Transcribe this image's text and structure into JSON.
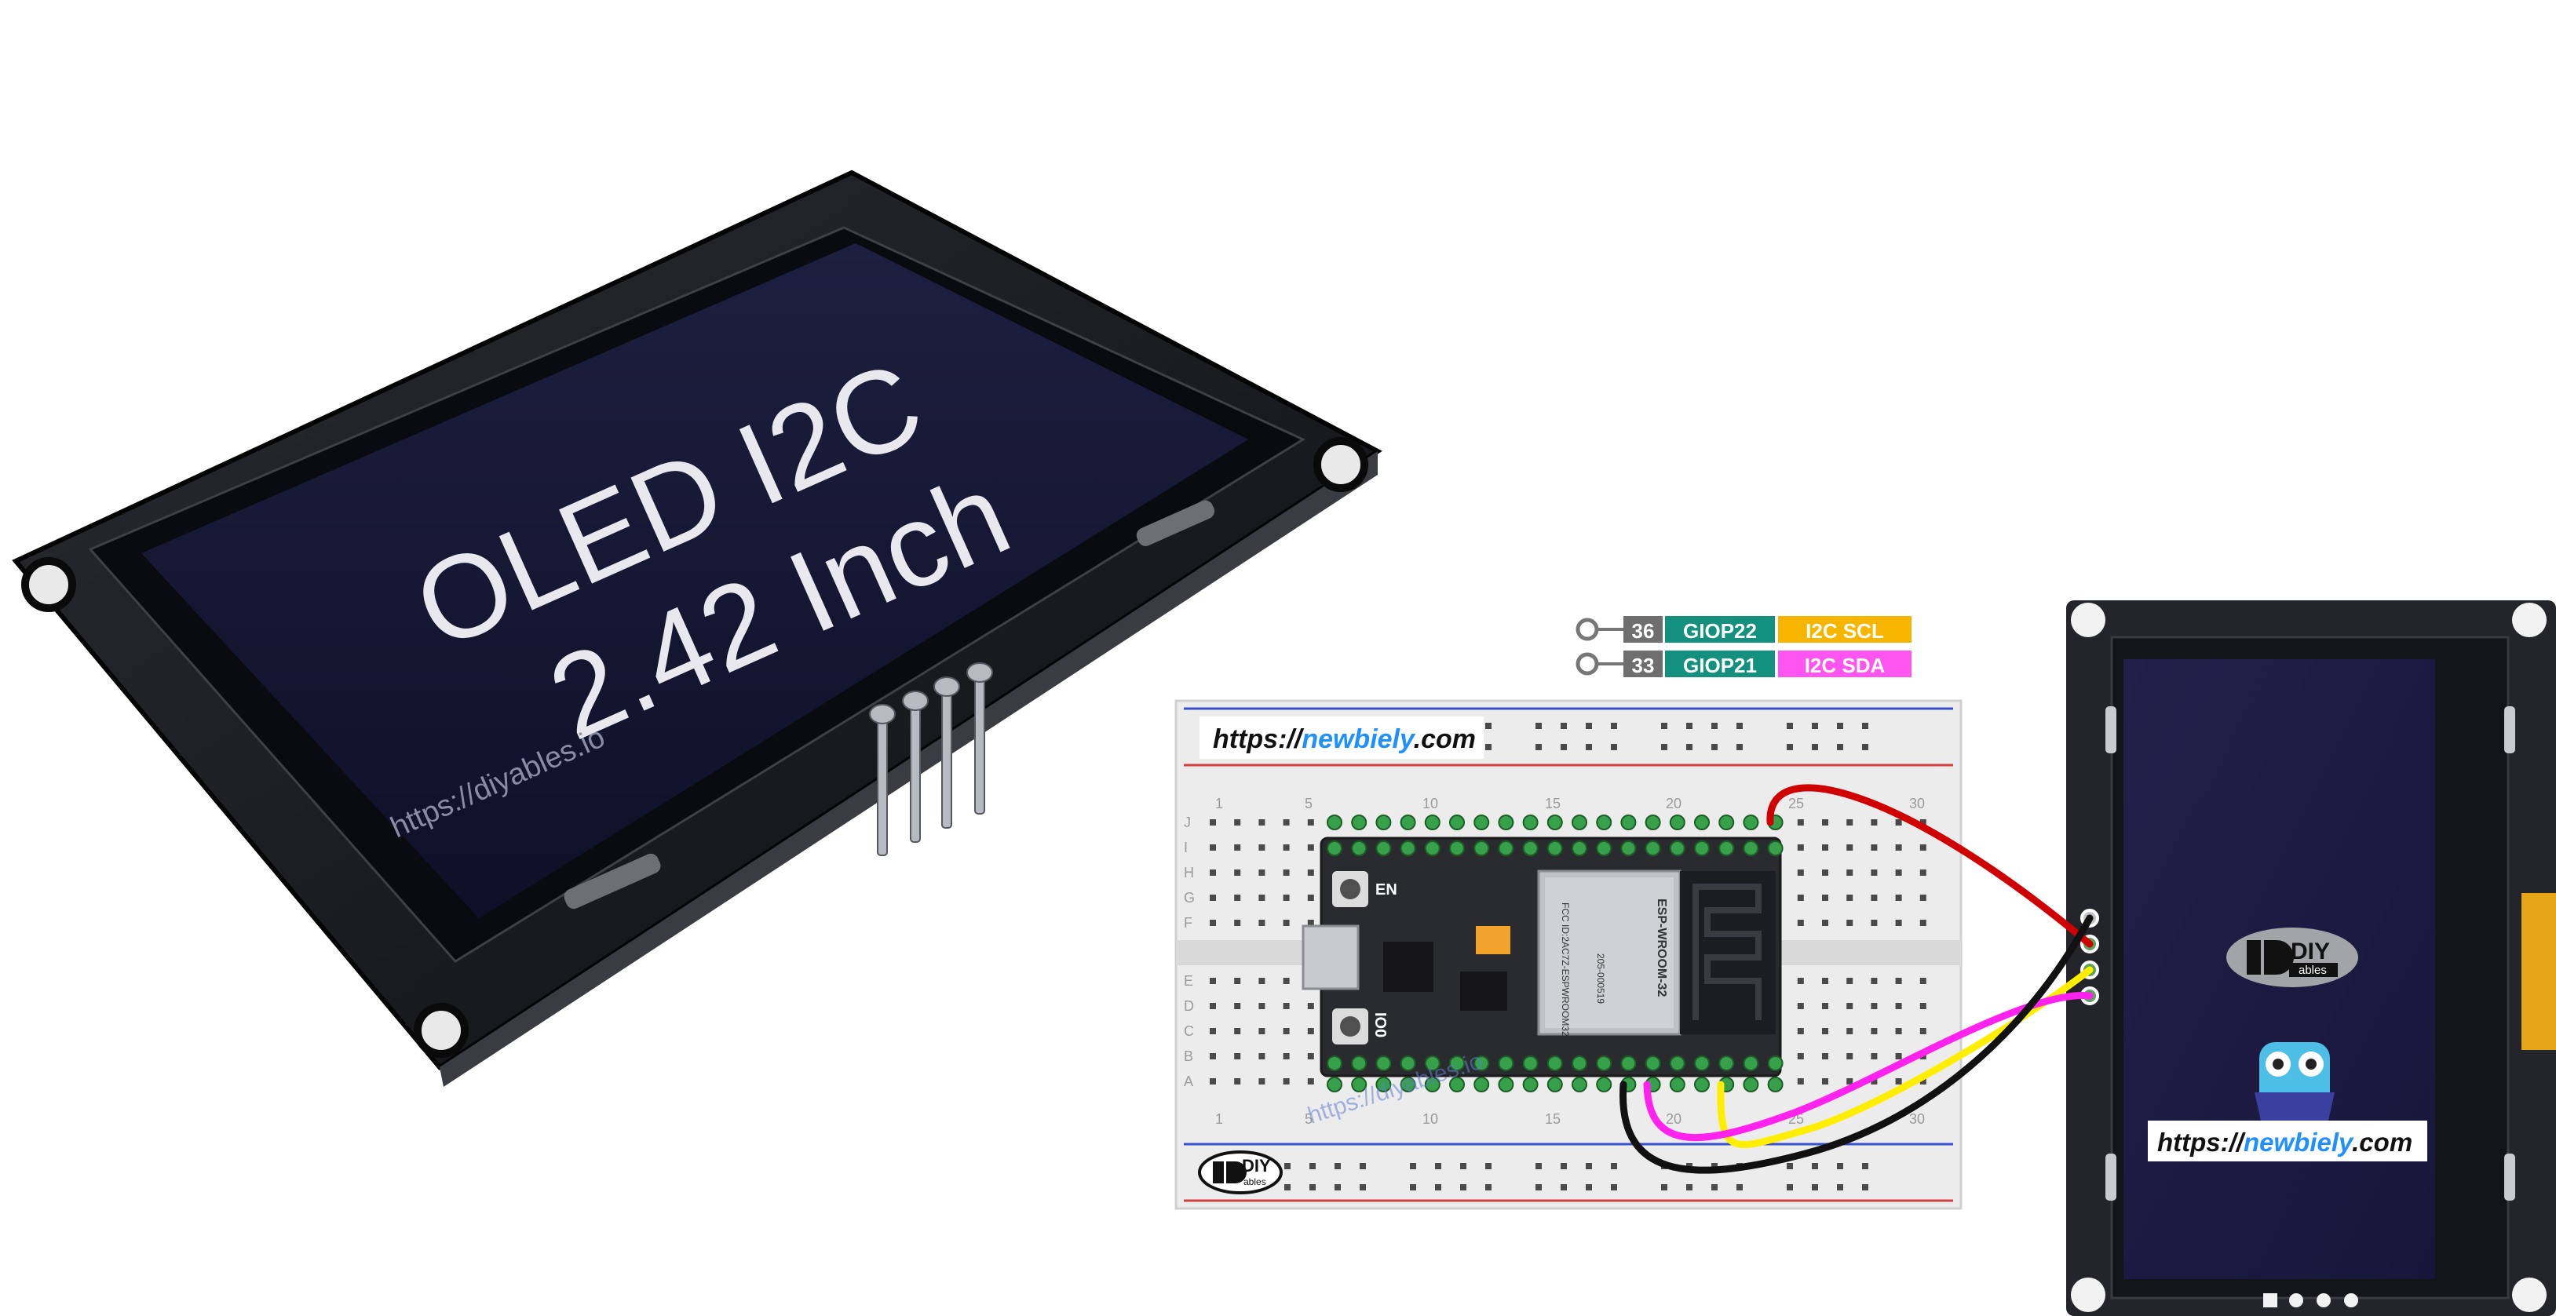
{
  "oled_photo": {
    "line1": "OLED I2C",
    "line2": "2.42 Inch",
    "watermark": "https://diyables.io"
  },
  "pin_labels": [
    {
      "number": "36",
      "gpio": "GIOP22",
      "function": "I2C SCL",
      "function_color": "#f7b500"
    },
    {
      "number": "33",
      "gpio": "GIOP21",
      "function": "I2C SDA",
      "function_color": "#ff55f0"
    }
  ],
  "breadboard": {
    "url_prefix": "https://",
    "url_brand": "newbiely",
    "url_suffix": ".com",
    "column_numbers": [
      "1",
      "5",
      "10",
      "15",
      "20",
      "25",
      "30"
    ],
    "row_letters_top": [
      "J",
      "I",
      "H",
      "G",
      "F"
    ],
    "row_letters_bottom": [
      "E",
      "D",
      "C",
      "B",
      "A"
    ],
    "logo_text": "DIY",
    "logo_subtext": "ables"
  },
  "esp32": {
    "en_label": "EN",
    "io0_label": "IO0",
    "module_name": "ESP-WROOM-32",
    "fcc_text": "FCC ID:2AC7Z-ESPWROOM32",
    "cert_text": "205-000519",
    "watermark": "https://diyables.io"
  },
  "oled_module": {
    "logo_text": "DIY",
    "logo_subtext": "ables",
    "url_prefix": "https://",
    "url_brand": "newbiely",
    "url_suffix": ".com"
  },
  "wires": [
    {
      "name": "vcc",
      "color": "#d00000"
    },
    {
      "name": "scl",
      "color": "#ffee00"
    },
    {
      "name": "sda",
      "color": "#ff22ee"
    },
    {
      "name": "gnd",
      "color": "#111111"
    }
  ],
  "colors": {
    "brand_blue": "#1e90ff",
    "teal": "#13907e",
    "grey_badge": "#6e6e6e",
    "pcb_black": "#1f2125",
    "screen_blue": "#1b1d3c"
  }
}
